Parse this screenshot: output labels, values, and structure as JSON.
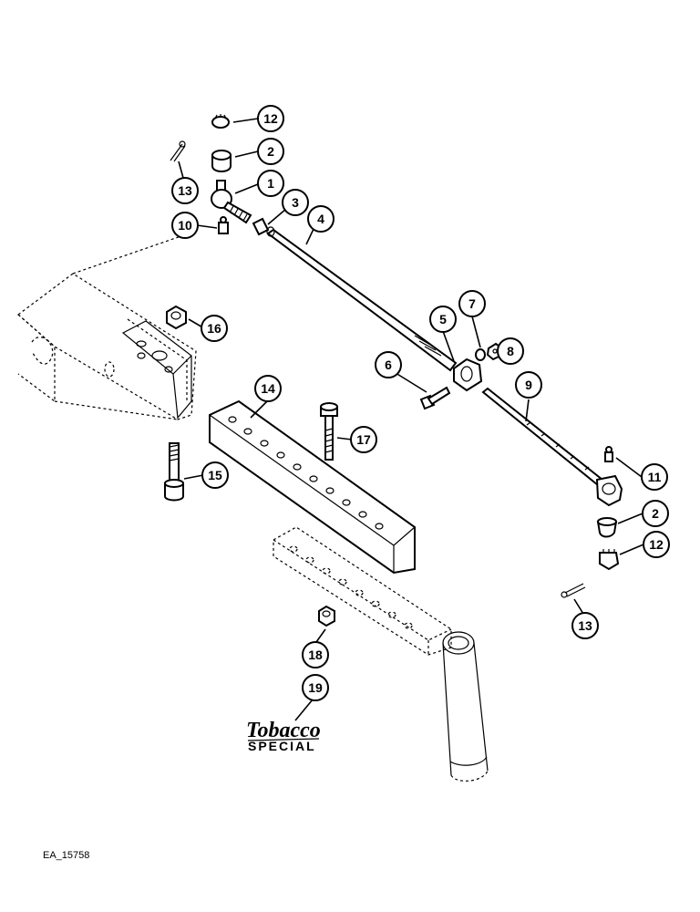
{
  "callouts": {
    "c1": "1",
    "c2a": "2",
    "c2b": "2",
    "c3": "3",
    "c4": "4",
    "c5": "5",
    "c6": "6",
    "c7": "7",
    "c8": "8",
    "c9": "9",
    "c10": "10",
    "c11": "11",
    "c12a": "12",
    "c12b": "12",
    "c13a": "13",
    "c13b": "13",
    "c14": "14",
    "c15": "15",
    "c16": "16",
    "c17": "17",
    "c18": "18",
    "c19": "19"
  },
  "stamp": {
    "main": "Tobacco",
    "sub": "SPECIAL"
  },
  "reference_code": "EA_15758"
}
